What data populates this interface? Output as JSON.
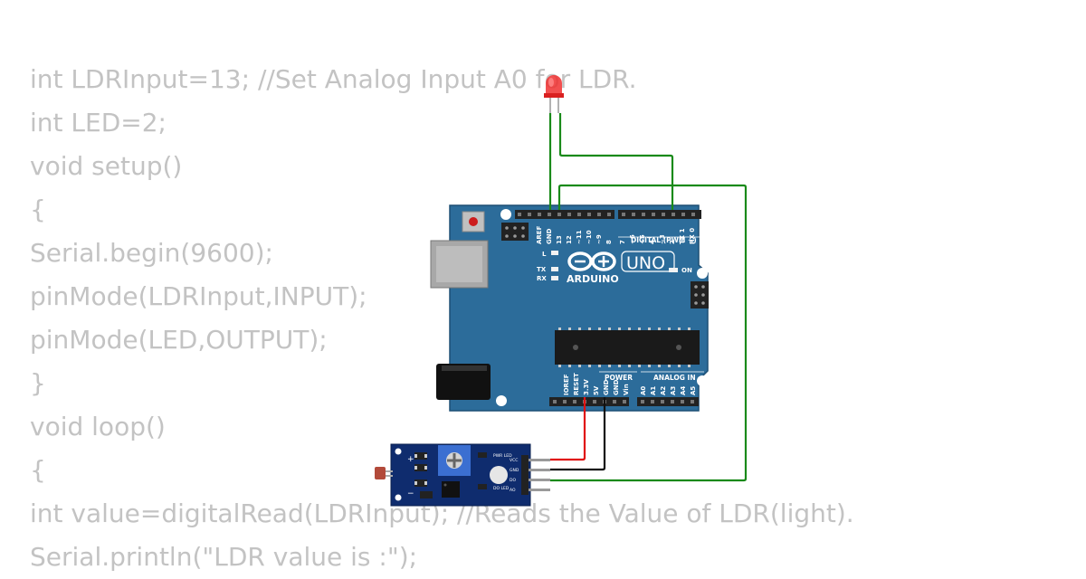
{
  "code_lines": [
    "int LDRInput=13; //Set Analog Input A0 for LDR.",
    "int LED=2;",
    "void setup()",
    "{",
    "Serial.begin(9600);",
    "pinMode(LDRInput,INPUT);",
    "pinMode(LED,OUTPUT);",
    "}",
    "void loop()",
    "{",
    "int value=digitalRead(LDRInput); //Reads the Value of LDR(light).",
    "Serial.println(\"LDR value is :\");"
  ],
  "board": {
    "logo_text": "UNO",
    "brand": "ARDUINO",
    "digital_header": "DIGITAL (PWM ~)",
    "power_header": "POWER",
    "analog_header": "ANALOG IN",
    "on_label": "ON",
    "l_label": "L",
    "tx_label": "TX",
    "rx_label": "RX",
    "digital_pins": [
      "AREF",
      "GND",
      "13",
      "12",
      "~11",
      "~10",
      "~9",
      "8",
      "7",
      "~6",
      "~5",
      "4",
      "~3",
      "2",
      "TX 1",
      "RX 0"
    ],
    "power_pins": [
      "IOREF",
      "RESET",
      "3.3V",
      "5V",
      "GND",
      "GND",
      "Vin"
    ],
    "analog_pins": [
      "A0",
      "A1",
      "A2",
      "A3",
      "A4",
      "A5"
    ]
  },
  "sensor_module": {
    "pin_labels": [
      "VCC",
      "GND",
      "DO",
      "AO"
    ],
    "pwr_led_label": "PWR LED",
    "do_led_label": "DO LED",
    "plus_sign": "+",
    "minus_sign": "−"
  },
  "colors": {
    "board_blue": "#2c6c9a",
    "wire_green": "#1a8a1a",
    "wire_red": "#e01010",
    "wire_black": "#111111",
    "led_red": "#f03030",
    "module_blue": "#0f2c6e",
    "code_text": "#c3c3c3"
  }
}
